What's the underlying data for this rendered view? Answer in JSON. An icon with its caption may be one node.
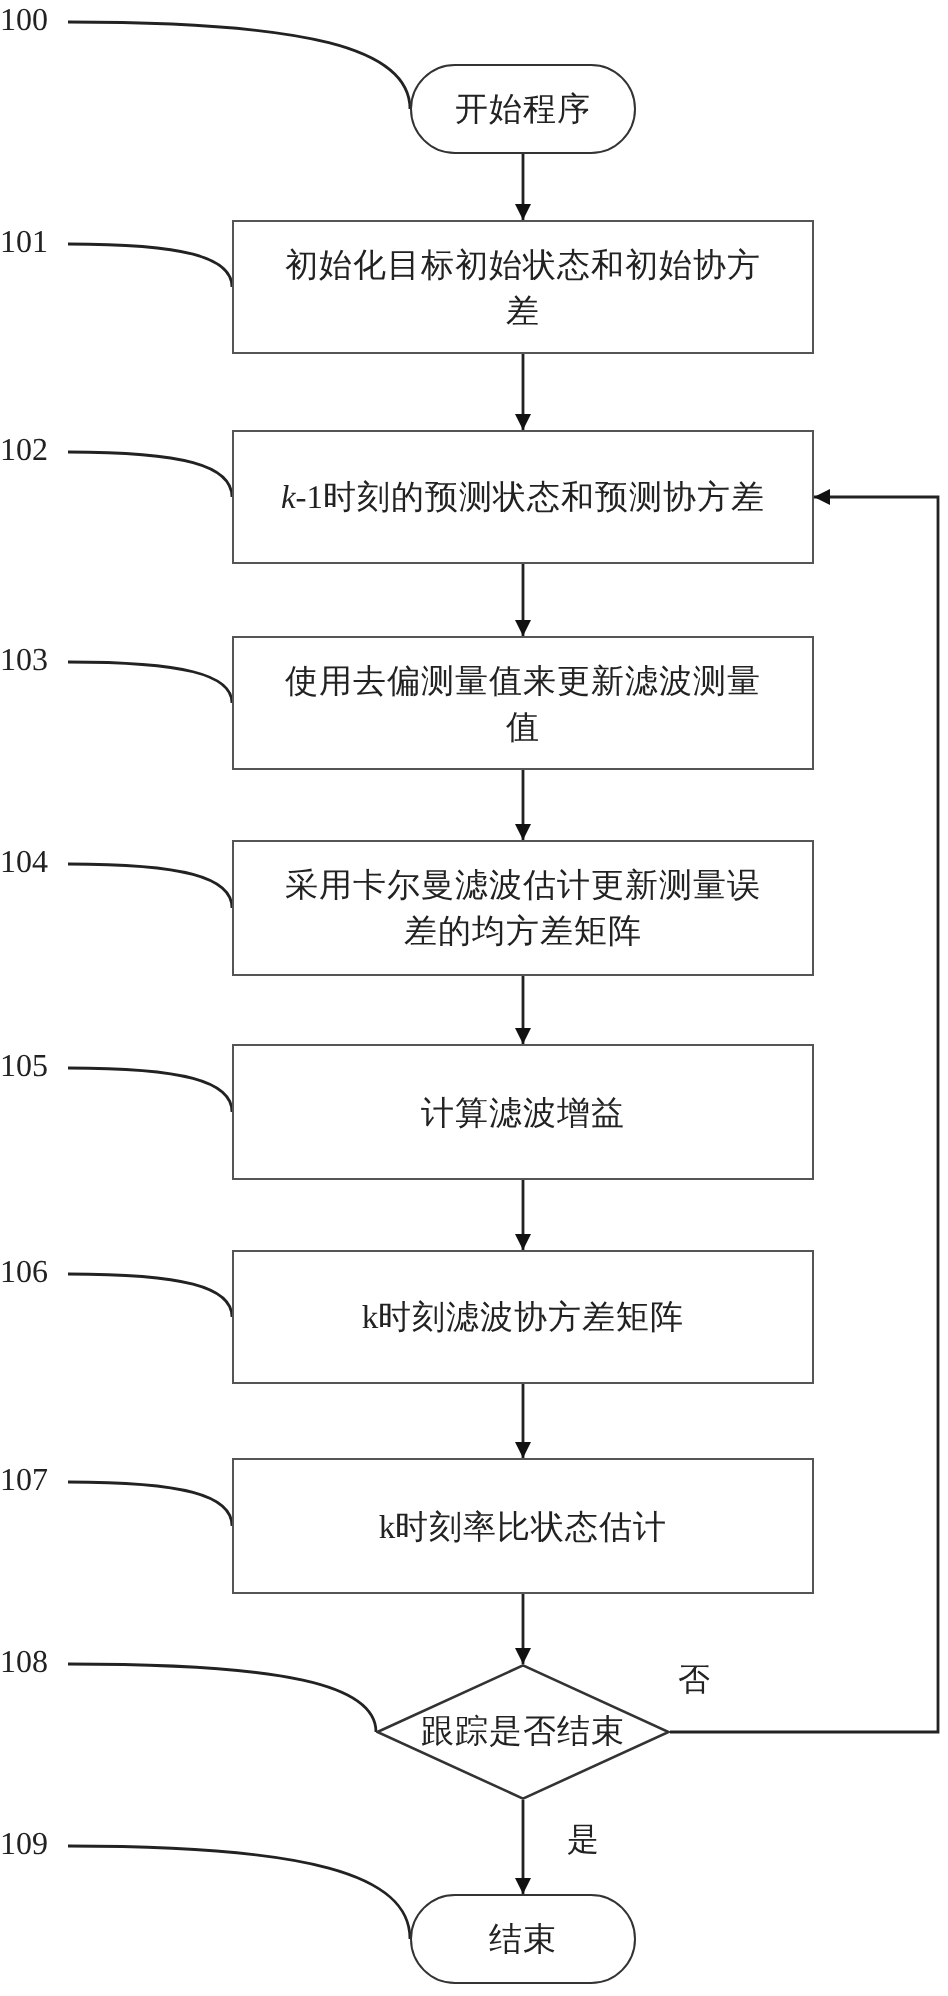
{
  "diagram": {
    "nodes": [
      {
        "text": [
          "100"
        ]
      },
      {
        "text": [
          "开始程序"
        ]
      },
      {
        "text": [
          "101"
        ]
      },
      {
        "text": [
          "初始化目标初始状态和初始协方差"
        ]
      },
      {
        "text": [
          "102"
        ]
      },
      {
        "text": [
          "*k*-1时刻的预测状态和预测协方差"
        ]
      },
      {
        "text": [
          "103"
        ]
      },
      {
        "text": [
          "使用去偏测量值来更新滤波测量值"
        ]
      },
      {
        "text": [
          "104"
        ]
      },
      {
        "text": [
          "采用卡尔曼滤波估计更新测量误差的均方差矩阵"
        ]
      },
      {
        "text": [
          "105"
        ]
      },
      {
        "text": [
          "计算滤波增益"
        ]
      },
      {
        "text": [
          "106"
        ]
      },
      {
        "text": [
          "k时刻滤波协方差矩阵"
        ]
      },
      {
        "text": [
          "107"
        ]
      },
      {
        "text": [
          "k时刻率比状态估计"
        ]
      },
      {
        "text": [
          "108"
        ]
      },
      {
        "text": [
          "跟踪是否结束"
        ]
      },
      {
        "text": [
          "109"
        ]
      },
      {
        "text": [
          "结束"
        ]
      }
    ],
    "edges": [
      {
        "from": 0,
        "to": 1,
        "arrow": "none"
      },
      {
        "from": 2,
        "to": 3,
        "arrow": "none"
      },
      {
        "from": 4,
        "to": 5,
        "arrow": "none"
      },
      {
        "from": 6,
        "to": 7,
        "arrow": "none"
      },
      {
        "from": 8,
        "to": 9,
        "arrow": "none"
      },
      {
        "from": 10,
        "to": 11,
        "arrow": "none"
      },
      {
        "from": 12,
        "to": 13,
        "arrow": "none"
      },
      {
        "from": 14,
        "to": 15,
        "arrow": "none"
      },
      {
        "from": 16,
        "to": 17,
        "arrow": "none"
      },
      {
        "from": 18,
        "to": 19,
        "arrow": "none"
      },
      {
        "from": 1,
        "to": 3,
        "arrow": "to"
      },
      {
        "from": 3,
        "to": 5,
        "arrow": "to"
      },
      {
        "from": 5,
        "to": 7,
        "arrow": "to"
      },
      {
        "from": 7,
        "to": 9,
        "arrow": "to"
      },
      {
        "from": 9,
        "to": 11,
        "arrow": "to"
      },
      {
        "from": 11,
        "to": 13,
        "arrow": "to"
      },
      {
        "from": 13,
        "to": 15,
        "arrow": "to"
      },
      {
        "from": 15,
        "to": 17,
        "arrow": "to"
      },
      {
        "from": 17,
        "to": 19,
        "arrow": "to",
        "label": "是"
      },
      {
        "from": 17,
        "to": 5,
        "arrow": "to",
        "label": "否"
      }
    ]
  }
}
